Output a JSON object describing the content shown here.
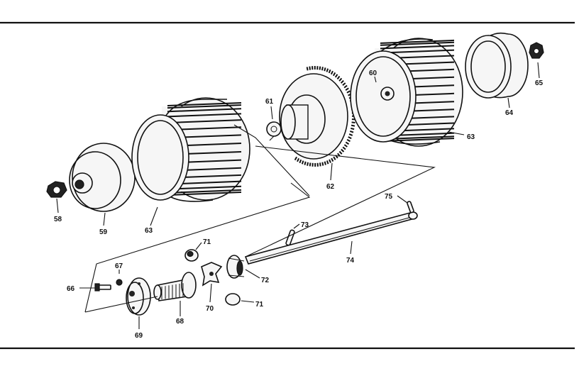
{
  "callouts": {
    "c58": "58",
    "c59": "59",
    "c63a": "63",
    "c61": "61",
    "c62": "62",
    "c60": "60",
    "c63b": "63",
    "c64": "64",
    "c65": "65",
    "c75": "75",
    "c73": "73",
    "c74": "74",
    "c71a": "71",
    "c67": "67",
    "c66": "66",
    "c72": "72",
    "c69": "69",
    "c68": "68",
    "c70": "70",
    "c71b": "71"
  }
}
